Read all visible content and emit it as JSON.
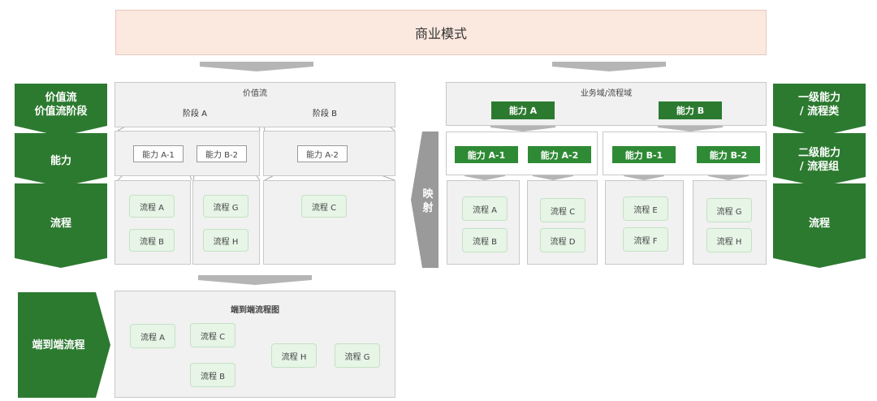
{
  "banner": {
    "label": "商业模式"
  },
  "left_sidebar": {
    "value_stream": {
      "line1": "价值流",
      "line2": "价值流阶段"
    },
    "capability": "能力",
    "process": "流程",
    "e2e": "端到端流程"
  },
  "right_sidebar": {
    "level1": {
      "line1": "一级能力",
      "line2": "/ 流程类"
    },
    "level2": {
      "line1": "二级能力",
      "line2": "/ 流程组"
    },
    "process": "流程"
  },
  "mapping": {
    "char1": "映",
    "char2": "射"
  },
  "value_stream_panel": {
    "title": "价值流",
    "stages": [
      "阶段 A",
      "阶段 B"
    ],
    "capabilities": [
      "能力 A-1",
      "能力 B-2",
      "能力 A-2"
    ],
    "processes": {
      "col1": [
        "流程 A",
        "流程 B"
      ],
      "col2": [
        "流程 G",
        "流程 H"
      ],
      "col3": [
        "流程 C"
      ]
    }
  },
  "domain_panel": {
    "title": "业务域/流程域",
    "level1": [
      "能力 A",
      "能力 B"
    ],
    "level2": [
      "能力 A-1",
      "能力 A-2",
      "能力 B-1",
      "能力 B-2"
    ],
    "processes": {
      "col1": [
        "流程 A",
        "流程 B"
      ],
      "col2": [
        "流程 C",
        "流程 D"
      ],
      "col3": [
        "流程 E",
        "流程 F"
      ],
      "col4": [
        "流程 G",
        "流程 H"
      ]
    }
  },
  "e2e_panel": {
    "title": "端到端流程图",
    "nodes": [
      "流程 A",
      "流程 C",
      "流程 B",
      "流程 H",
      "流程 G"
    ]
  },
  "colors": {
    "dark_green": "#2c7a30",
    "node_green": "#e6f5e6",
    "banner_fill": "#fbe8df",
    "panel_grey": "#f1f1f1",
    "arrow_grey": "#b5b5b5"
  }
}
